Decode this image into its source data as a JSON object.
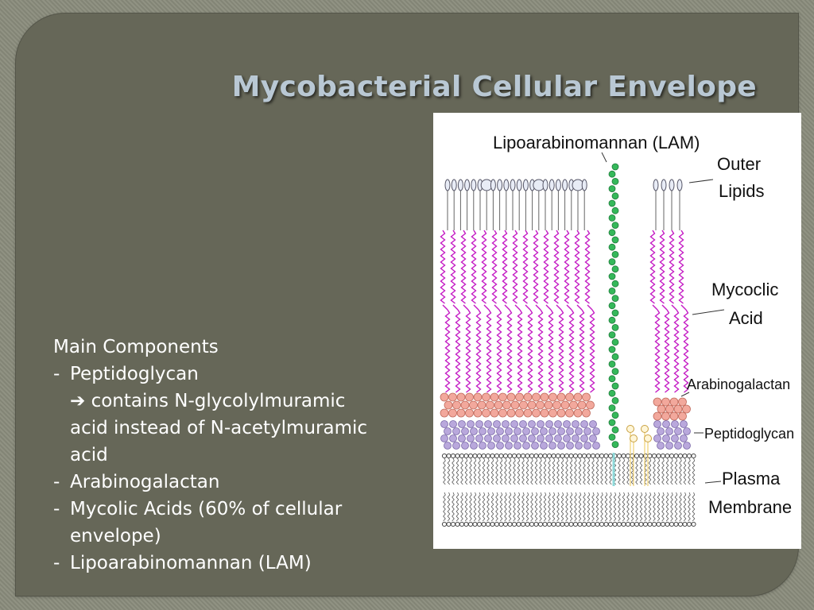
{
  "slide": {
    "title": "Mycobacterial Cellular Envelope",
    "heading": "Main Components",
    "items": [
      {
        "bullet": "-",
        "text": "Peptidoglycan"
      },
      {
        "bullet": "-",
        "text": "Arabinogalactan"
      },
      {
        "bullet": "-",
        "text": "Mycolic Acids (60% of cellular"
      },
      {
        "bullet": "-",
        "text": "Lipoarabinomannan (LAM)"
      }
    ],
    "subitems": {
      "peptidoglycan_arrow": "➔",
      "peptidoglycan_note_1": "contains N-glycolylmuramic",
      "peptidoglycan_note_2": "acid instead of N-acetylmuramic",
      "peptidoglycan_note_3": "acid",
      "mycolic_continued": "envelope)"
    }
  },
  "diagram": {
    "labels": {
      "lam": "Lipoarabinomannan (LAM)",
      "outer_1": "Outer",
      "outer_2": "Lipids",
      "myco_1": "Mycoclic",
      "myco_2": "Acid",
      "arabino": "Arabinogalactan",
      "peptido": "Peptidoglycan",
      "plasma_1": "Plasma",
      "plasma_2": "Membrane"
    },
    "colors": {
      "mycolic": "#c41ac4",
      "arabinogalactan": "#f2a89c",
      "peptidoglycan": "#b9a8dc",
      "lam_beads": "#35b85a",
      "membrane": "#333333",
      "yellow_lipid": "#f0d070"
    }
  }
}
